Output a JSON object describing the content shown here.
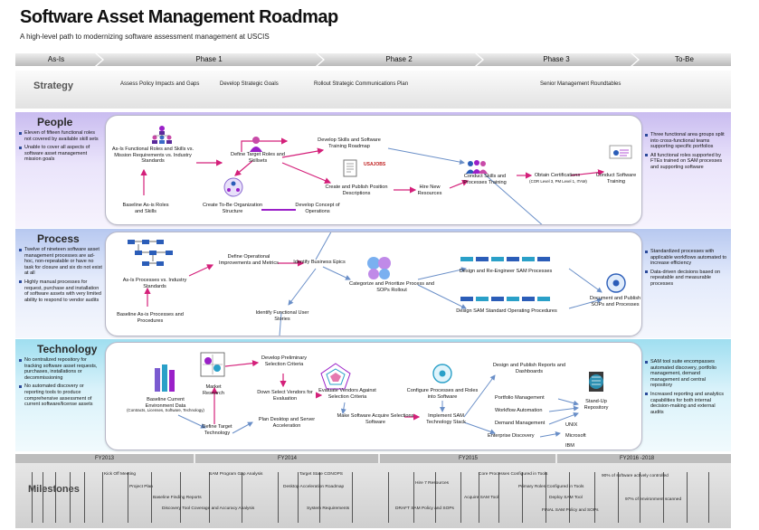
{
  "title": "Software Asset Management Roadmap",
  "subtitle": "A high-level path to modernizing software assessment management at USCIS",
  "phases": [
    "As-Is",
    "Phase 1",
    "Phase 2",
    "Phase 3",
    "To-Be"
  ],
  "strategy": {
    "label": "Strategy",
    "items": [
      "Assess Policy Impacts and Gaps",
      "Develop Strategic Goals",
      "Rollout Strategic Communications Plan",
      "Senior Management Roundtables"
    ]
  },
  "people": {
    "label": "People",
    "asis": [
      "Eleven of fifteen functional roles not covered by available skill sets",
      "Unable to cover all aspects of software asset management mission goals"
    ],
    "tobe": [
      "Three functional area groups split into cross-functional teams supporting specific portfolios",
      "All functional roles supported by FTEs trained on SAM processes and supporting software"
    ],
    "nodes": {
      "asis_roles": "As-Is Functional Roles and Skills vs. Mission Requirements vs. Industry Standards",
      "target_roles": "Define Target Roles and Skillsets",
      "baseline": "Baseline As-is Roles and Skills",
      "tobe_org": "Create To-Be Organization Structure",
      "concept_ops": "Develop Concept of Operations",
      "training_roadmap": "Develop Skills and Software Training Roadmap",
      "position_desc": "Create and Publish Position Descriptions",
      "hire": "Hire New Resources",
      "usajobs": "USAJOBS",
      "conduct_training": "Conduct Skills and Processes Training",
      "certifications": "Obtain Certifications",
      "cert_detail": "(COR Level 3, PM Level 1, ITAM)",
      "software_training": "Conduct Software Training"
    }
  },
  "process": {
    "label": "Process",
    "asis": [
      "Twelve of nineteen software asset management processes are ad-hoc, non-repeatable or have no task for closure and six do not exist at all",
      "Highly manual processes for request, purchase and installation of software assets with very limited ability to respond to vendor audits"
    ],
    "tobe": [
      "Standardized processes with applicable workflows automated to increase efficiency",
      "Data-driven decisions based on repeatable and measurable processes"
    ],
    "nodes": {
      "asis_vs_std": "As-Is Processes vs. Industry Standards",
      "baseline": "Baseline As-is Processes and Procedures",
      "define_ops": "Define Operational Improvements and Metrics",
      "epics": "Identify Business Epics",
      "user_stories": "Identify Functional User Stories",
      "categorize": "Categorize and Prioritize Process and SOPs Rollout",
      "reengineer": "Design and Re-Engineer SAM Processes",
      "sops": "Design SAM Standard Operating Procedures",
      "document": "Document and Publish SOPs and Processes"
    }
  },
  "technology": {
    "label": "Technology",
    "asis": [
      "No centralized repository for tracking software asset requests, purchases, installations or decommissioning",
      "No automated discovery or reporting tools to produce comprehensive assessment of current software/license assets"
    ],
    "tobe": [
      "SAM tool suite encompasses automated discovery, portfolio management, demand management and central repository",
      "Increased reporting and analytics capabilities for both internal decision-making and external audits"
    ],
    "nodes": {
      "baseline": "Baseline Current Environment Data",
      "baseline_detail": "(Contracts, Licenses, Software, Technology)",
      "market": "Market Research",
      "target_tech": "Define Target Technology",
      "prelim": "Develop Preliminary Selection Criteria",
      "down_select": "Down Select Vendors for Evaluation",
      "evaluate": "Evaluate Vendors Against Selection Criteria",
      "plan_desktop": "Plan Desktop and Server Acceleration",
      "acquire": "Make Software Acquire Selections Software",
      "configure": "Configure Processes and Roles into Software",
      "implement": "Implement SAM Technology Stack",
      "reports": "Design and Publish Reports and Dashboards",
      "portfolio": "Portfolio Management",
      "workflow": "Workflow Automation",
      "demand": "Demand Management",
      "discovery": "Enterprise Discovery",
      "unix": "UNIX",
      "microsoft": "Microsoft",
      "ibm": "IBM",
      "repository": "Stand-Up Repository"
    }
  },
  "milestones": {
    "label": "Milestones",
    "years": [
      "FY2013",
      "FY2014",
      "FY2015",
      "FY2016 -2018"
    ],
    "items": [
      "Kick Off Meeting",
      "Project Plan",
      "Baseline Finding Reports",
      "Discovery Tool Coverage and Accuracy Analysis",
      "SAM Program Gap Analysis",
      "Target State CONOPS",
      "Desktop Acceleration Roadmap",
      "System Requirements",
      "Hire 7 Resources",
      "DRAFT SAM Policy and SOPs",
      "Acquire SAM Tool",
      "Core Processes Configured in Tools",
      "Primary Roles Configured in Tools",
      "Deploy SAM Tool",
      "FINAL SAM Policy and SOPs",
      "90% of software actively controlled",
      "97% of environment scanned"
    ]
  },
  "colors": {
    "people_accent": "#9a20c8",
    "process_accent": "#2b5db8",
    "tech_accent": "#2aa0c8",
    "arrow_blue": "#6a8fc8",
    "arrow_pink": "#d4207a"
  }
}
